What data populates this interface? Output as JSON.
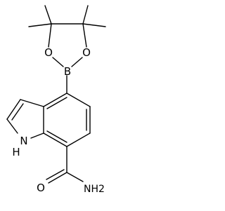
{
  "structure": {
    "atom_labels": {
      "oxygen_left": "O",
      "oxygen_right": "O",
      "boron": "B",
      "indole_nh": "H",
      "indole_n": "N",
      "amide_o": "O",
      "amide_nh2": "NH2"
    }
  },
  "colors": {
    "line": "#000000",
    "background": "#ffffff"
  }
}
